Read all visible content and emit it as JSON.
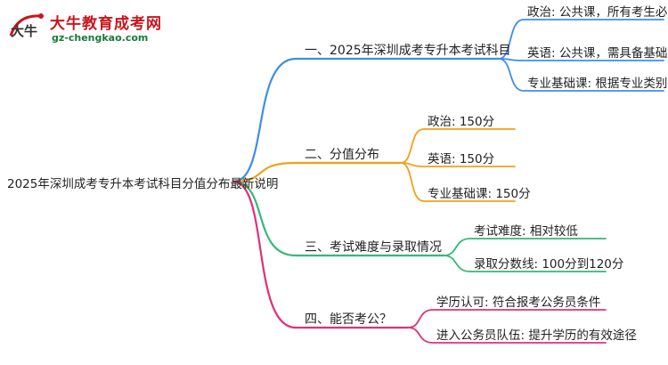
{
  "logo": {
    "title": "大牛教育成考网",
    "url": "gz-chengkao.com",
    "mark_text": "大牛"
  },
  "root": {
    "label": "2025年深圳成考专升本考试科目分值分布最新说明"
  },
  "branches": [
    {
      "label": "一、2025年深圳成考专升本考试科目",
      "color": "#3d8ee6",
      "children": [
        "政治: 公共课，所有考生必考",
        "英语: 公共课，需具备基础",
        "专业基础课: 根据专业类别不同"
      ]
    },
    {
      "label": "二、分值分布",
      "color": "#f0a11b",
      "children": [
        "政治: 150分",
        "英语: 150分",
        "专业基础课: 150分"
      ]
    },
    {
      "label": "三、考试难度与录取情况",
      "color": "#34b87a",
      "children": [
        "考试难度: 相对较低",
        "录取分数线: 100分到120分"
      ]
    },
    {
      "label": "四、能否考公？",
      "color": "#e0307a",
      "children": [
        "学历认可: 符合报考公务员条件",
        "进入公务员队伍: 提升学历的有效途径"
      ]
    }
  ]
}
